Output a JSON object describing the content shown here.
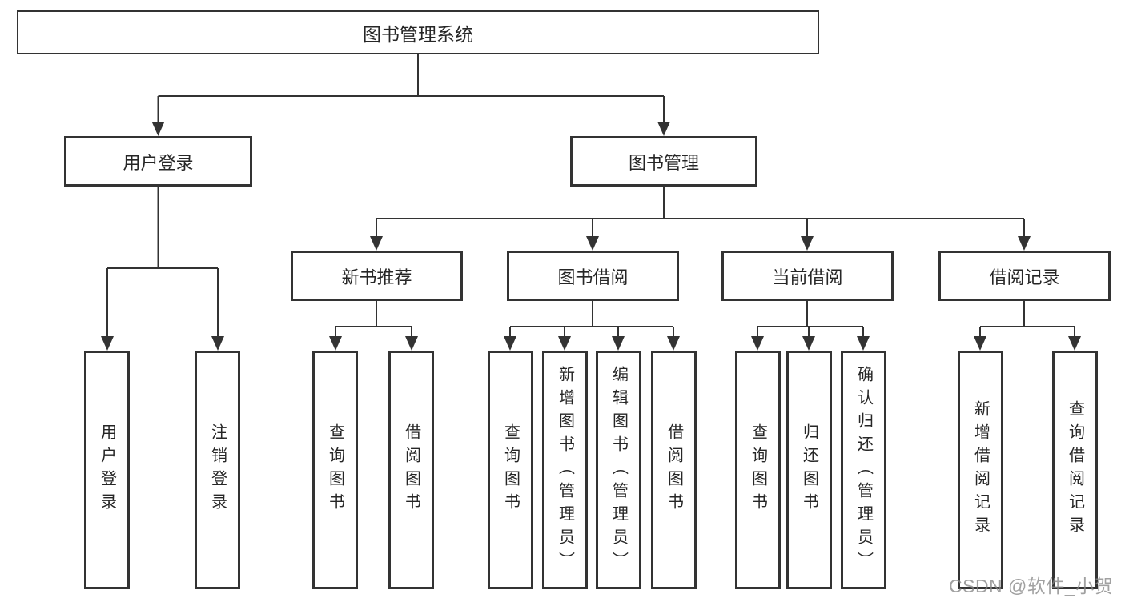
{
  "diagram": {
    "root": {
      "label": "图书管理系统"
    },
    "level2": [
      {
        "label": "用户登录"
      },
      {
        "label": "图书管理"
      }
    ],
    "level3": [
      {
        "label": "新书推荐",
        "parent": "图书管理"
      },
      {
        "label": "图书借阅",
        "parent": "图书管理"
      },
      {
        "label": "当前借阅",
        "parent": "图书管理"
      },
      {
        "label": "借阅记录",
        "parent": "图书管理"
      }
    ],
    "level4": [
      {
        "label": "用户登录",
        "parent": "用户登录"
      },
      {
        "label": "注销登录",
        "parent": "用户登录"
      },
      {
        "label": "查询图书",
        "parent": "新书推荐"
      },
      {
        "label": "借阅图书",
        "parent": "新书推荐"
      },
      {
        "label": "查询图书",
        "parent": "图书借阅"
      },
      {
        "label": "新增图书（管理员）",
        "parent": "图书借阅"
      },
      {
        "label": "编辑图书（管理员）",
        "parent": "图书借阅"
      },
      {
        "label": "借阅图书",
        "parent": "图书借阅"
      },
      {
        "label": "查询图书",
        "parent": "当前借阅"
      },
      {
        "label": "归还图书",
        "parent": "当前借阅"
      },
      {
        "label": "确认归还（管理员）",
        "parent": "当前借阅"
      },
      {
        "label": "新增借阅记录",
        "parent": "借阅记录"
      },
      {
        "label": "查询借阅记录",
        "parent": "借阅记录"
      }
    ]
  },
  "watermark": {
    "text": "CSDN @软件_小贺同学"
  },
  "colors": {
    "line": "#333333",
    "border": "#333333",
    "text": "#262626",
    "watermark": "#878787",
    "background": "#ffffff"
  }
}
